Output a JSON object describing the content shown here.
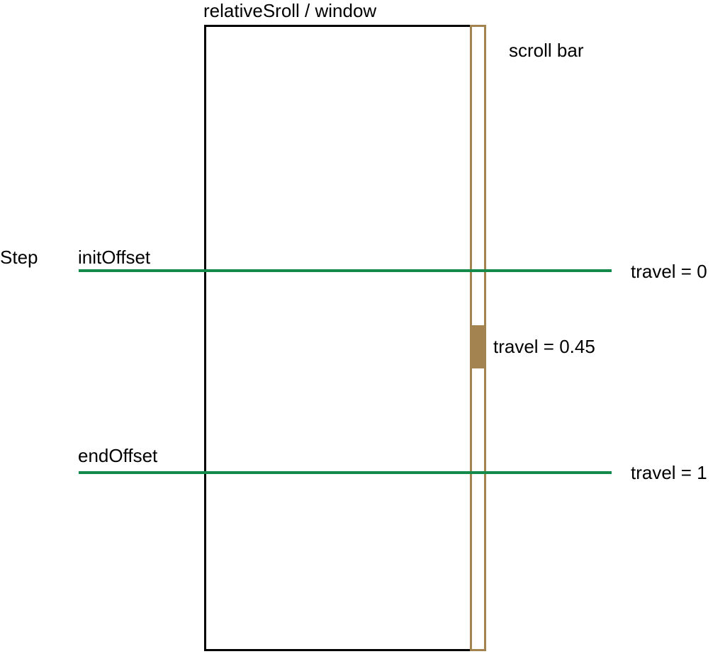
{
  "window": {
    "title": "relativeSroll / window"
  },
  "scrollbar": {
    "label": "scroll bar",
    "track_color": "#a38350",
    "thumb_color": "#a38350",
    "thumb_position": 0.45
  },
  "step": {
    "label": "Step",
    "line_color": "#138a4a"
  },
  "init_offset": {
    "label": "initOffset",
    "travel_label": "travel = 0"
  },
  "end_offset": {
    "label": "endOffset",
    "travel_label": "travel = 1"
  },
  "current": {
    "travel_label": "travel = 0.45",
    "travel": 0.45
  }
}
